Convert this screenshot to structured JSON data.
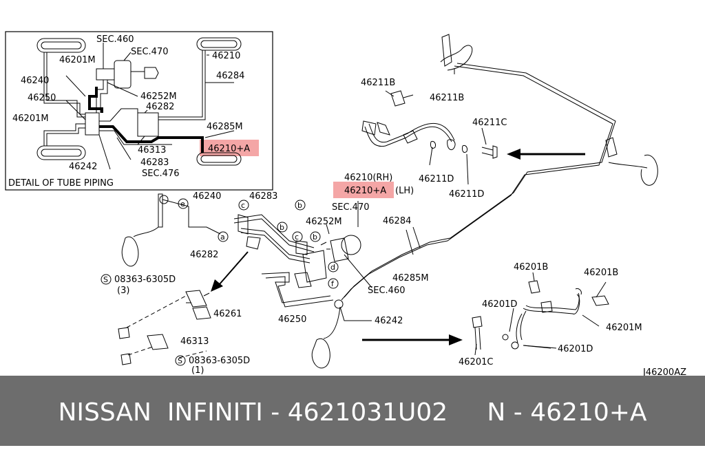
{
  "detail": {
    "caption": "DETAIL OF TUBE PIPING",
    "labels": {
      "sec460": "SEC.460",
      "sec470": "SEC.470",
      "p46201m_top": "46201M",
      "p46240": "46240",
      "p46250": "46250",
      "p46252m": "46252M",
      "p46282": "46282",
      "p46201m_left": "46201M",
      "p46313": "46313",
      "p46283": "46283",
      "p46242": "46242",
      "sec476": "SEC.476",
      "p46210": "46210",
      "p46284": "46284",
      "p46285m": "46285M",
      "p46210a": "46210+A"
    }
  },
  "main": {
    "labels": {
      "p46211b_a": "46211B",
      "p46211b_b": "46211B",
      "p46211c": "46211C",
      "p46210rh": "46210(RH)",
      "p46210alh_part": "46210+A",
      "p46210alh_side": "(LH)",
      "p46211d_a": "46211D",
      "p46211d_b": "46211D",
      "sec470": "SEC.470",
      "p46240": "46240",
      "p46283": "46283",
      "p46252m": "46252M",
      "p46284": "46284",
      "p46282": "46282",
      "p46285m": "46285M",
      "sec460": "SEC.460",
      "bolt1": "08363-6305D",
      "bolt1_qty": "(3)",
      "p46261": "46261",
      "p46250": "46250",
      "p46242": "46242",
      "p46313": "46313",
      "bolt2": "08363-6305D",
      "bolt2_qty": "(1)",
      "p46201b_a": "46201B",
      "p46201b_b": "46201B",
      "p46201d_a": "46201D",
      "p46201m": "46201M",
      "p46201d_b": "46201D",
      "p46201c": "46201C",
      "code": "J46200AZ"
    },
    "circle_letters": {
      "a": "a",
      "b1": "b",
      "b2": "b",
      "b3": "b",
      "c1": "c",
      "c2": "c",
      "d": "d",
      "e": "e",
      "f": "f",
      "s1": "S",
      "s2": "S"
    }
  },
  "highlight_color": "#f4a6a6",
  "footer": {
    "text": "NISSAN  INFINITI - 4621031U02     N - 46210+A"
  }
}
